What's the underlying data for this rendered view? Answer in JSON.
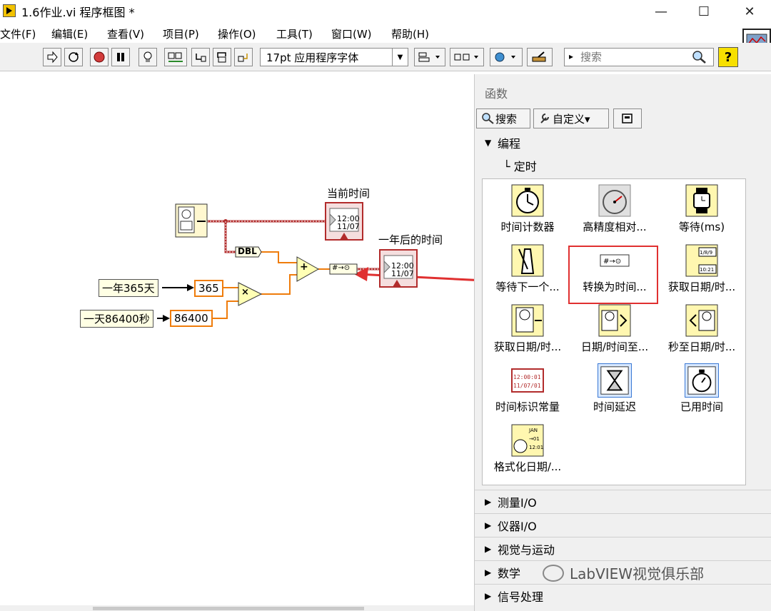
{
  "window": {
    "title": "1.6作业.vi 程序框图 *"
  },
  "menu": [
    "文件(F)",
    "编辑(E)",
    "查看(V)",
    "项目(P)",
    "操作(O)",
    "工具(T)",
    "窗口(W)",
    "帮助(H)"
  ],
  "toolbar": {
    "font_select": "17pt 应用程序字体",
    "search_placeholder": "搜索",
    "help": "?"
  },
  "diagram": {
    "label_current_time": "当前时间",
    "label_year_later": "一年后的时间",
    "const_year_label": "一年365天",
    "const_day_label": "一天86400秒",
    "const_365": "365",
    "const_86400": "86400",
    "dbl": "DBL",
    "add_symbol": "+",
    "mul_symbol": "×",
    "ts_line1": "12:00",
    "ts_line2": "11/07"
  },
  "palette": {
    "title": "函数",
    "search_btn": "搜索",
    "customize_btn": "自定义▾",
    "category_programming": "编程",
    "subpath": "定时",
    "items": [
      "时间计数器",
      "高精度相对...",
      "等待(ms)",
      "等待下一个...",
      "转换为时间...",
      "获取日期/时...",
      "获取日期/时...",
      "日期/时间至...",
      "秒至日期/时...",
      "时间标识常量",
      "时间延迟",
      "已用时间",
      "格式化日期/..."
    ],
    "icon_text": {
      "convert": "#→⊙",
      "get_dt_top": "1/8/9",
      "get_dt_bottom": "10:21",
      "ts_const_1": "12:00:01",
      "ts_const_2": "11/07/01",
      "fmt_1": "JAN",
      "fmt_2": "→01",
      "fmt_3": "12:01"
    },
    "categories": [
      "测量I/O",
      "仪器I/O",
      "视觉与运动",
      "数学",
      "信号处理"
    ]
  },
  "watermark": "LabVIEW视觉俱乐部",
  "colors": {
    "wire_timestamp": "#b22c2c",
    "wire_numeric": "#ef7c0b",
    "highlight": "#e03030",
    "help_bg": "#f7e000"
  }
}
